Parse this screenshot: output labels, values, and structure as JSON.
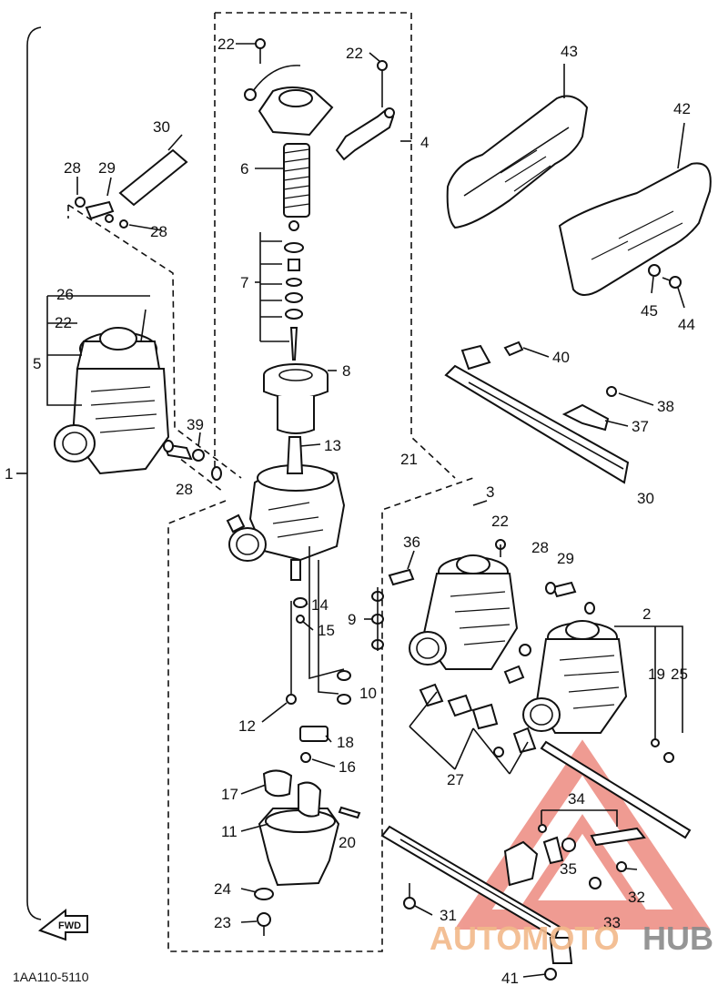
{
  "diagram": {
    "part_code": "1AA110-5110",
    "forward_label": "FWD",
    "callouts": [
      "1",
      "2",
      "3",
      "4",
      "5",
      "6",
      "7",
      "8",
      "9",
      "10",
      "11",
      "12",
      "13",
      "14",
      "15",
      "16",
      "17",
      "18",
      "19",
      "20",
      "21",
      "22",
      "22",
      "22",
      "22",
      "23",
      "24",
      "25",
      "26",
      "27",
      "28",
      "28",
      "28",
      "28",
      "29",
      "29",
      "30",
      "30",
      "31",
      "32",
      "33",
      "34",
      "35",
      "36",
      "37",
      "38",
      "39",
      "40",
      "41",
      "42",
      "43",
      "44",
      "45"
    ]
  },
  "watermark": {
    "brand_part1": "AUTOMOTO",
    "brand_part2": "HUB",
    "colors": {
      "triangle": "#e24a3a",
      "text_orange": "#f2b98a",
      "text_gray": "#8a8a8a"
    }
  }
}
